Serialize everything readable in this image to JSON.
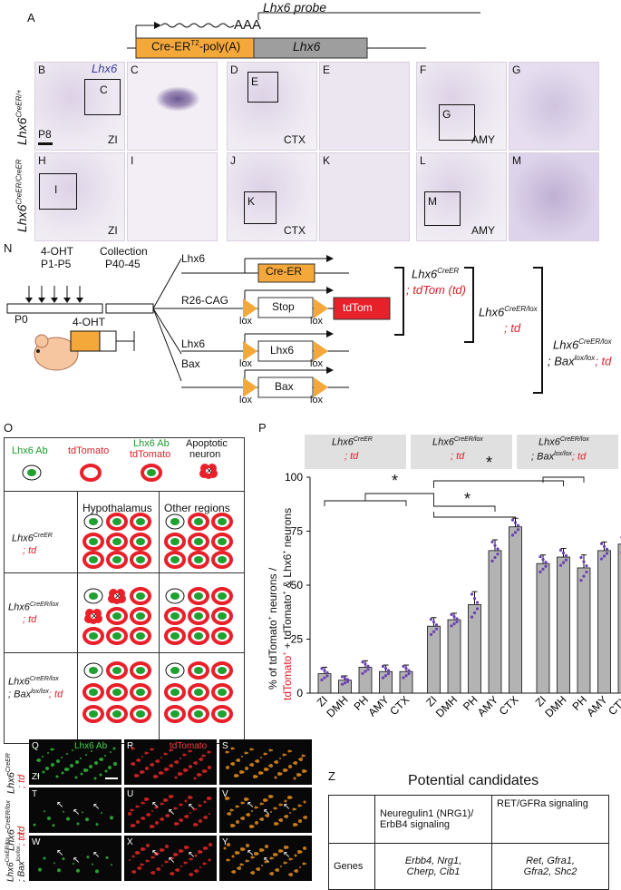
{
  "panel_letters": {
    "A": "A",
    "B": "B",
    "C": "C",
    "D": "D",
    "E": "E",
    "F": "F",
    "G": "G",
    "H": "H",
    "I": "I",
    "J": "J",
    "K": "K",
    "L": "L",
    "M": "M",
    "N": "N",
    "O": "O",
    "P": "P",
    "Q": "Q",
    "R": "R",
    "S": "S",
    "T": "T",
    "U": "U",
    "V": "V",
    "W": "W",
    "X": "X",
    "Y": "Y",
    "Z": "Z"
  },
  "panelA": {
    "probe_label": "Lhx6 probe",
    "transcript": "AAA",
    "cre_box": "Cre-ER",
    "cre_sup": "T2",
    "cre_suffix": "-poly(A)",
    "lhx6_box": "Lhx6"
  },
  "ish": {
    "row1_genotype": "Lhx6",
    "row1_sup": "CreER/+",
    "row2_genotype": "Lhx6",
    "row2_sup": "CreER/CreER",
    "b_gene": "Lhx6",
    "age": "P8",
    "inset_C": "C",
    "inset_E": "E",
    "inset_G": "G",
    "inset_I": "I",
    "inset_K": "K",
    "inset_M": "M",
    "zi": "ZI",
    "ctx": "CTX",
    "amy": "AMY"
  },
  "panelN": {
    "oht": "4-OHT",
    "days": "P1-P5",
    "collection": "Collection",
    "collection_age": "P40-45",
    "p0": "P0",
    "oht2": "4-OHT",
    "lhx6": "Lhx6",
    "creer": "Cre-ER",
    "r26": "R26-CAG",
    "stop": "Stop",
    "tdtom": "tdTom",
    "lox": "lox",
    "lhx6_gene": "Lhx6",
    "lhx6_exon": "Lhx6",
    "bax": "Bax",
    "bax_exon": "Bax",
    "g1_a": "Lhx6",
    "g1_sup": "CreER",
    "g1_b": "; tdTom (td)",
    "g2_a": "Lhx6",
    "g2_sup": "CreER/lox",
    "g2_b": "; td",
    "g3_a": "Lhx6",
    "g3_sup": "CreER/lox",
    "g3_b": "; Bax",
    "g3_sup2": "lox/lox",
    "g3_c": "; td"
  },
  "panelO": {
    "legend_lhx6": "Lhx6 Ab",
    "legend_td": "tdTomato",
    "legend_both_a": "Lhx6 Ab",
    "legend_both_b": "tdTomato",
    "legend_apop_a": "Apoptotic",
    "legend_apop_b": "neuron",
    "col_hyp": "Hypothalamus",
    "col_other": "Other regions",
    "r1_a": "Lhx6",
    "r1_sup": "CreER",
    "r1_b": "; td",
    "r2_a": "Lhx6",
    "r2_sup": "CreER/lox",
    "r2_b": "; td",
    "r3_a": "Lhx6",
    "r3_sup": "CreER/lox",
    "r3_b": "; Bax",
    "r3_sup2": "lox/lox",
    "r3_c": "; td"
  },
  "panelP": {
    "head1_a": "Lhx6",
    "head1_sup": "CreER",
    "head1_b": "; td",
    "head2_a": "Lhx6",
    "head2_sup": "CreER/lox",
    "head2_b": "; td",
    "head3_a": "Lhx6",
    "head3_sup": "CreER/lox",
    "head3_b": "; Bax",
    "head3_sup2": "lox/lox",
    "head3_c": "; td",
    "star": "*",
    "ylabel_1": "% of tdTomato",
    "ylabel_1_sup": "+",
    "ylabel_1_b": " neurons /",
    "ylabel_2": "tdTomato",
    "ylabel_2_sup": "+",
    "ylabel_2_b": " + tdTomato",
    "ylabel_2_sup2": "+",
    "ylabel_2_c": " & Lhx6",
    "ylabel_2_sup3": "+",
    "ylabel_2_d": " neurons"
  },
  "chart_data": {
    "type": "bar",
    "categories": [
      "ZI",
      "DMH",
      "PH",
      "AMY",
      "CTX",
      "ZI",
      "DMH",
      "PH",
      "AMY",
      "CTX",
      "ZI",
      "DMH",
      "PH",
      "AMY",
      "CTX"
    ],
    "values": [
      9,
      6,
      12,
      10,
      10,
      31,
      34,
      41,
      66,
      77,
      60,
      63,
      58,
      66,
      69
    ],
    "errors": [
      3,
      2,
      3,
      3,
      3,
      4,
      3,
      6,
      5,
      4,
      4,
      4,
      6,
      4,
      4
    ],
    "groups": [
      "Lhx6CreER; td",
      "Lhx6CreER/lox; td",
      "Lhx6CreER/lox; Baxlox/lox; td"
    ],
    "yticks": [
      0,
      25,
      50,
      75,
      100
    ],
    "ylim": [
      0,
      100
    ],
    "bar_color": "#b3b3b3",
    "dot_color": "#6a3fb3"
  },
  "fluor": {
    "Q_label": "Lhx6 Ab",
    "R_label": "tdTomato",
    "zi": "ZI",
    "row1_a": "Lhx6",
    "row1_sup": "CreER",
    "row1_b": "; td",
    "row2_a": "Lhx6",
    "row2_sup": "CreER/lox",
    "row2_b": "; td",
    "row3_a": "Lhx6",
    "row3_sup": "CreER/lox",
    "row3_b": "; Bax",
    "row3_sup2": "lox/lox",
    "row3_c": "; td"
  },
  "panelZ": {
    "title": "Potential candidates",
    "col1_a": "Neuregulin1 (NRG1)/",
    "col1_b": "ErbB4 signaling",
    "col2": "RET/GFRa signaling",
    "row_label": "Genes",
    "genes1_a": "Erbb4, Nrg1,",
    "genes1_b": "Cherp, Cib1",
    "genes2_a": "Ret, Gfra1,",
    "genes2_b": "Gfra2, Shc2"
  },
  "colors": {
    "orange": "#f5a83a",
    "gray": "#9e9e9e",
    "red": "#e8202a",
    "green": "#20a030",
    "purple": "#3a3aa0"
  }
}
